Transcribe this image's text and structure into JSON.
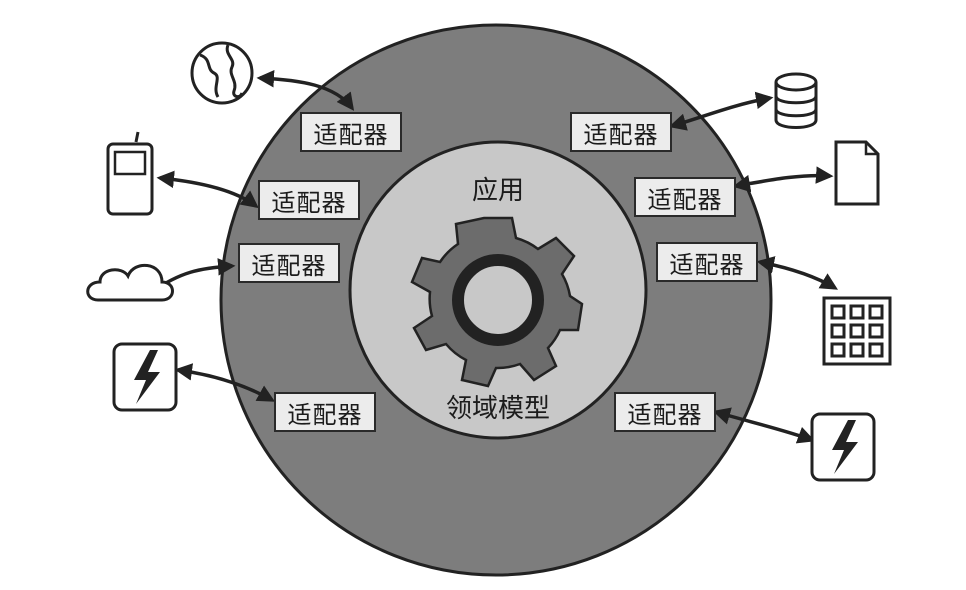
{
  "diagram": {
    "inner_ring_label": "应用",
    "core_label": "领域模型",
    "adapter_label": "适配器",
    "adapters": [
      {
        "id": "left-1",
        "label": "适配器"
      },
      {
        "id": "left-2",
        "label": "适配器"
      },
      {
        "id": "left-3",
        "label": "适配器"
      },
      {
        "id": "left-4",
        "label": "适配器"
      },
      {
        "id": "right-1",
        "label": "适配器"
      },
      {
        "id": "right-2",
        "label": "适配器"
      },
      {
        "id": "right-3",
        "label": "适配器"
      },
      {
        "id": "right-4",
        "label": "适配器"
      }
    ],
    "external_icons": [
      "globe-icon",
      "mobile-phone-icon",
      "cloud-icon",
      "lightning-icon",
      "database-icon",
      "document-icon",
      "grid-icon",
      "lightning-icon"
    ],
    "colors": {
      "outer_ring": "#7d7d7d",
      "inner_ring": "#c8c8c8",
      "gear": "#6c6c6c",
      "adapter_fill": "#ececec",
      "stroke": "#222222"
    }
  }
}
